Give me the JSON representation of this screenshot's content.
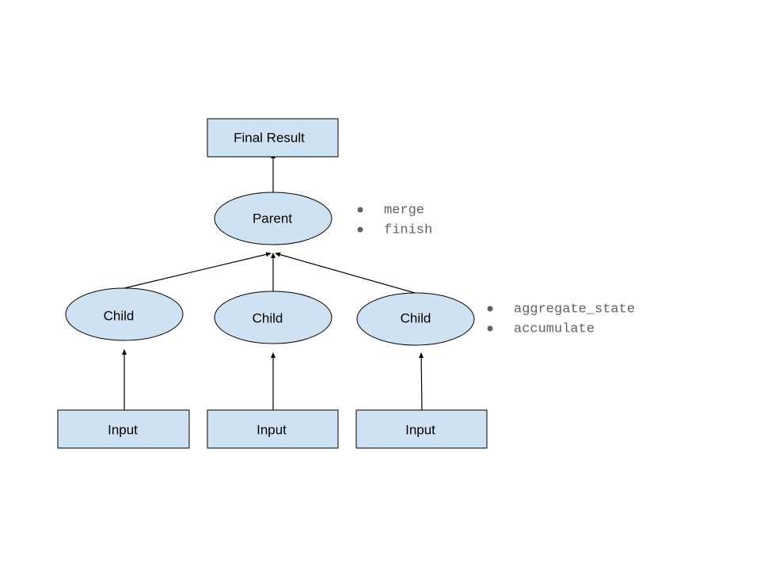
{
  "nodes": {
    "final_result": {
      "label": "Final Result"
    },
    "parent": {
      "label": "Parent"
    },
    "child_1": {
      "label": "Child"
    },
    "child_2": {
      "label": "Child"
    },
    "child_3": {
      "label": "Child"
    },
    "input_1": {
      "label": "Input"
    },
    "input_2": {
      "label": "Input"
    },
    "input_3": {
      "label": "Input"
    }
  },
  "edges": [
    {
      "from": "parent",
      "to": "final_result"
    },
    {
      "from": "child_1",
      "to": "parent"
    },
    {
      "from": "child_2",
      "to": "parent"
    },
    {
      "from": "child_3",
      "to": "parent"
    },
    {
      "from": "input_1",
      "to": "child_1"
    },
    {
      "from": "input_2",
      "to": "child_2"
    },
    {
      "from": "input_3",
      "to": "child_3"
    }
  ],
  "parent_methods": [
    "merge",
    "finish"
  ],
  "child_methods": [
    "aggregate_state",
    "accumulate"
  ],
  "colors": {
    "node_fill": "#cfe2f3",
    "node_stroke": "#000000",
    "method_text": "#5f6368"
  }
}
